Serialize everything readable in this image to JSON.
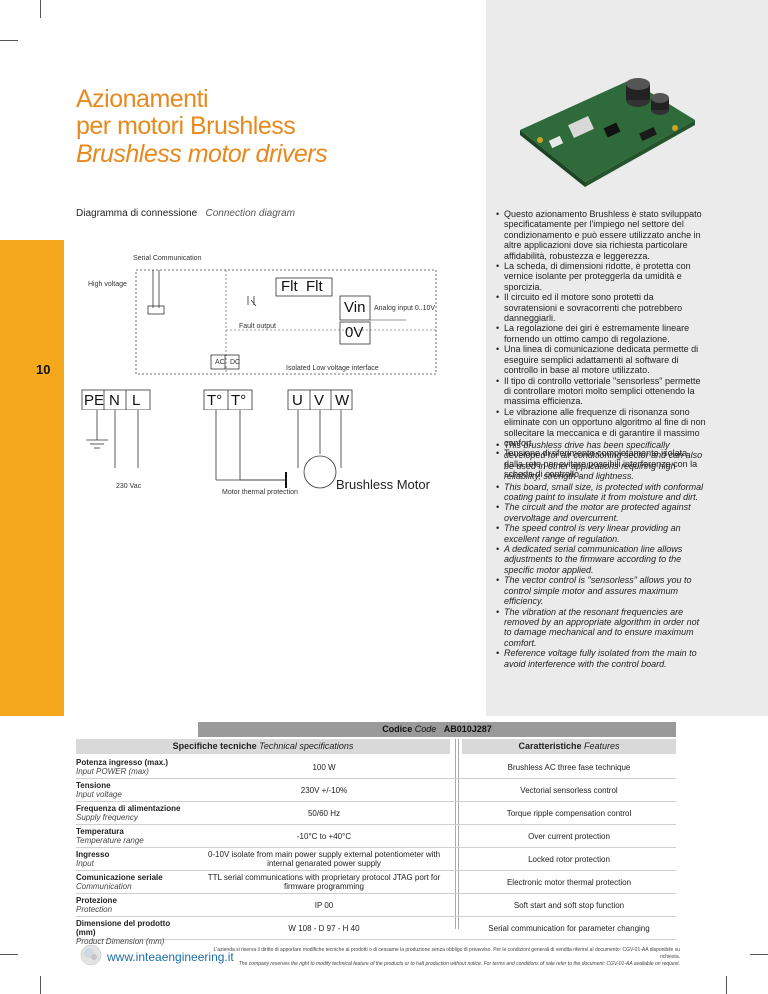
{
  "page_number": "10",
  "title": {
    "line1": "Azionamenti",
    "line2": "per motori Brushless",
    "line3": "Brushless motor drivers"
  },
  "diagram": {
    "heading_it": "Diagramma di connessione",
    "heading_en": "Connection diagram",
    "labels": {
      "serial": "Serial Communication",
      "high_voltage": "High voltage",
      "flt1": "Flt",
      "flt2": "Flt",
      "vin": "Vin",
      "zero_v": "0V",
      "analog_input": "Analog input 0..10V",
      "fault_output": "Fault output",
      "ac": "AC",
      "dc": "DC",
      "isolated": "Isolated Low voltage interface",
      "pe": "PE",
      "n": "N",
      "l": "L",
      "t1": "T°",
      "t2": "T°",
      "u": "U",
      "v": "V",
      "w": "W",
      "vac": "230 Vac",
      "motor_thermal": "Motor thermal protection",
      "brushless_motor": "Brushless Motor"
    }
  },
  "description_it": [
    "Questo azionamento Brushless è stato sviluppato specificatamente per l'impiego nel settore del condizionamento e può essere utilizzato anche in altre applicazioni dove sia richiesta particolare affidabilità, robustezza e leggerezza.",
    "La scheda, di dimensioni ridotte, è protetta con vernice isolante per proteggerla da umidità e sporcizia.",
    "Il circuito ed il motore sono protetti da sovratensioni e sovracorrenti che potrebbero danneggiarli.",
    "La regolazione dei giri è estremamente lineare fornendo un ottimo campo di regolazione.",
    "Una linea di comunicazione dedicata permette di eseguire semplici adattamenti al software di controllo in base al motore utilizzato.",
    "Il tipo di controllo vettoriale \"sensorless\" permette di controllare motori molto semplici ottenendo la massima efficienza.",
    "Le vibrazione alle frequenze di risonanza sono eliminate con un opportuno algoritmo al fine di non sollecitare la meccanica e di garantire il massimo confort.",
    "Tensione di riferimento completamente isolata dalla rete per evitare possibili interferenze con la scheda di controllo."
  ],
  "description_en": [
    "This brushless drive has been specifically developed for air conditioning sector and can also be used in other applications requiring high reliability, strength and lightness.",
    "This board, small size, is protected with conformal coating paint to insulate it from moisture and dirt.",
    "The circuit and the motor are protected against overvoltage and overcurrent.",
    "The speed control is very linear providing an excellent range of regulation.",
    "A dedicated serial communication line allows adjustments to the firmware according to the specific motor applied.",
    "The vector control is \"sensorless\" allows you to control simple motor and assures maximum efficiency.",
    "The vibration at the resonant frequencies are removed by an appropriate algorithm in order not to damage mechanical and to ensure maximum comfort.",
    "Reference voltage fully isolated from the main to avoid interference with the control board."
  ],
  "code": {
    "label_it": "Codice",
    "label_en": "Code",
    "value": "AB010J287"
  },
  "specs": {
    "head_it": "Specifiche tecniche",
    "head_en": "Technical specifications",
    "rows": [
      {
        "label_it": "Potenza ingresso (max.)",
        "label_en": "Input POWER (max)",
        "value": "100 W"
      },
      {
        "label_it": "Tensione",
        "label_en": "Input voltage",
        "value": "230V +/-10%"
      },
      {
        "label_it": "Frequenza di alimentazione",
        "label_en": "Supply frequency",
        "value": "50/60 Hz"
      },
      {
        "label_it": "Temperatura",
        "label_en": "Temperature range",
        "value": "-10°C to +40°C"
      },
      {
        "label_it": "Ingresso",
        "label_en": "Input",
        "value": "0-10V isolate from main power supply external potentiometer with internal genarated power supply"
      },
      {
        "label_it": "Comunicazione seriale",
        "label_en": "Communication",
        "value": "TTL serial communications with proprietary protocol JTAG port for firmware programming"
      },
      {
        "label_it": "Protezione",
        "label_en": "Protection",
        "value": "IP 00"
      },
      {
        "label_it": "Dimensione del prodotto (mm)",
        "label_en": "Product Dimension (mm)",
        "value": "W 108 - D 97 - H 40"
      }
    ]
  },
  "features": {
    "head_it": "Caratteristiche",
    "head_en": "Features",
    "items": [
      "Brushless AC three fase technique",
      "Vectorial sensorless control",
      "Torque ripple compensation control",
      "Over current protection",
      "Locked rotor protection",
      "Electronic motor thermal protection",
      "Soft start and soft stop function",
      "Serial communication for parameter changing"
    ]
  },
  "footer": {
    "website": "www.inteaengineering.it",
    "disclaimer_it": "L'azienda si riserva il diritto di apportare modifiche tecniche ai prodotti o di cessarne la produzione senza obbligo di preavviso. Per le condizioni generali di vendita riferirsi al documento: CGV-01-AA disponibile su richiesta.",
    "disclaimer_en": "The company reserves the right to modify technical feature of the products or to halt production without notice. For terms and conditions of sale refer to the document: CGV-01-AA available on request."
  },
  "colors": {
    "accent_orange": "#f5a81c",
    "title_orange": "#e8891e",
    "link_blue": "#1c6ea6"
  }
}
